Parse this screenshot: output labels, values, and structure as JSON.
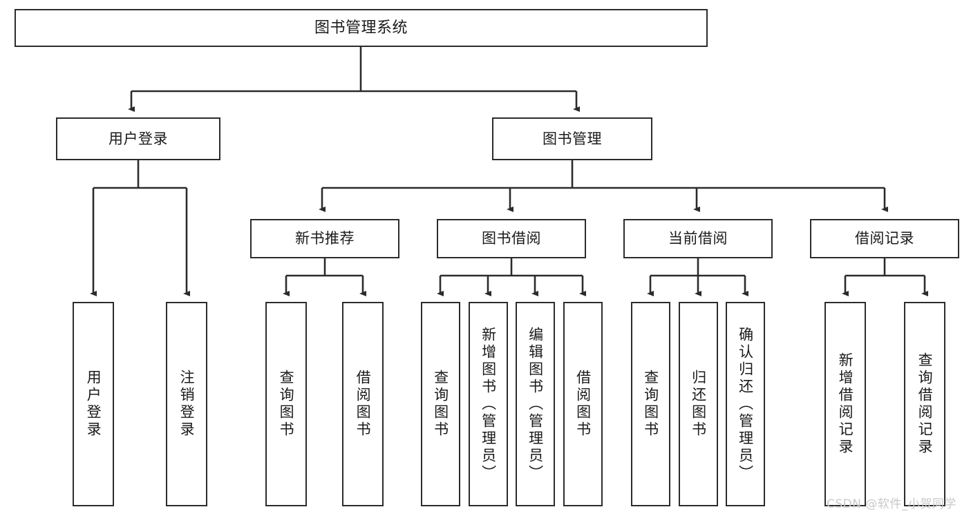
{
  "diagram": {
    "title": "图书管理系统",
    "type": "hierarchy-tree",
    "levels": 4,
    "nodes": {
      "root": {
        "label": "图书管理系统"
      },
      "level1": [
        {
          "id": "user-login",
          "label": "用户登录"
        },
        {
          "id": "book-manage",
          "label": "图书管理"
        }
      ],
      "level2": [
        {
          "id": "new-book-recommend",
          "label": "新书推荐"
        },
        {
          "id": "book-borrow",
          "label": "图书借阅"
        },
        {
          "id": "current-borrow",
          "label": "当前借阅"
        },
        {
          "id": "borrow-record",
          "label": "借阅记录"
        }
      ],
      "leaves": {
        "user-login": [
          {
            "id": "leaf-user-login",
            "label": "用户登录"
          },
          {
            "id": "leaf-user-logout",
            "label": "注销登录"
          }
        ],
        "new-book-recommend": [
          {
            "id": "leaf-query-book-1",
            "label": "查询图书"
          },
          {
            "id": "leaf-borrow-book-1",
            "label": "借阅图书"
          }
        ],
        "book-borrow": [
          {
            "id": "leaf-query-book-2",
            "label": "查询图书"
          },
          {
            "id": "leaf-add-book",
            "label": "新增图书（管理员）"
          },
          {
            "id": "leaf-edit-book",
            "label": "编辑图书（管理员）"
          },
          {
            "id": "leaf-borrow-book-2",
            "label": "借阅图书"
          }
        ],
        "current-borrow": [
          {
            "id": "leaf-query-book-3",
            "label": "查询图书"
          },
          {
            "id": "leaf-return-book",
            "label": "归还图书"
          },
          {
            "id": "leaf-confirm-return",
            "label": "确认归还（管理员）"
          }
        ],
        "borrow-record": [
          {
            "id": "leaf-add-record",
            "label": "新增借阅记录"
          },
          {
            "id": "leaf-query-record",
            "label": "查询借阅记录"
          }
        ]
      }
    },
    "colors": {
      "border": "#2b2b2b",
      "text": "#1a1a1a",
      "background": "#ffffff",
      "connector": "#2b2b2b",
      "watermark": "#c9c9c9"
    }
  },
  "watermark": {
    "text": "CSDN @软件_小贺同学"
  }
}
